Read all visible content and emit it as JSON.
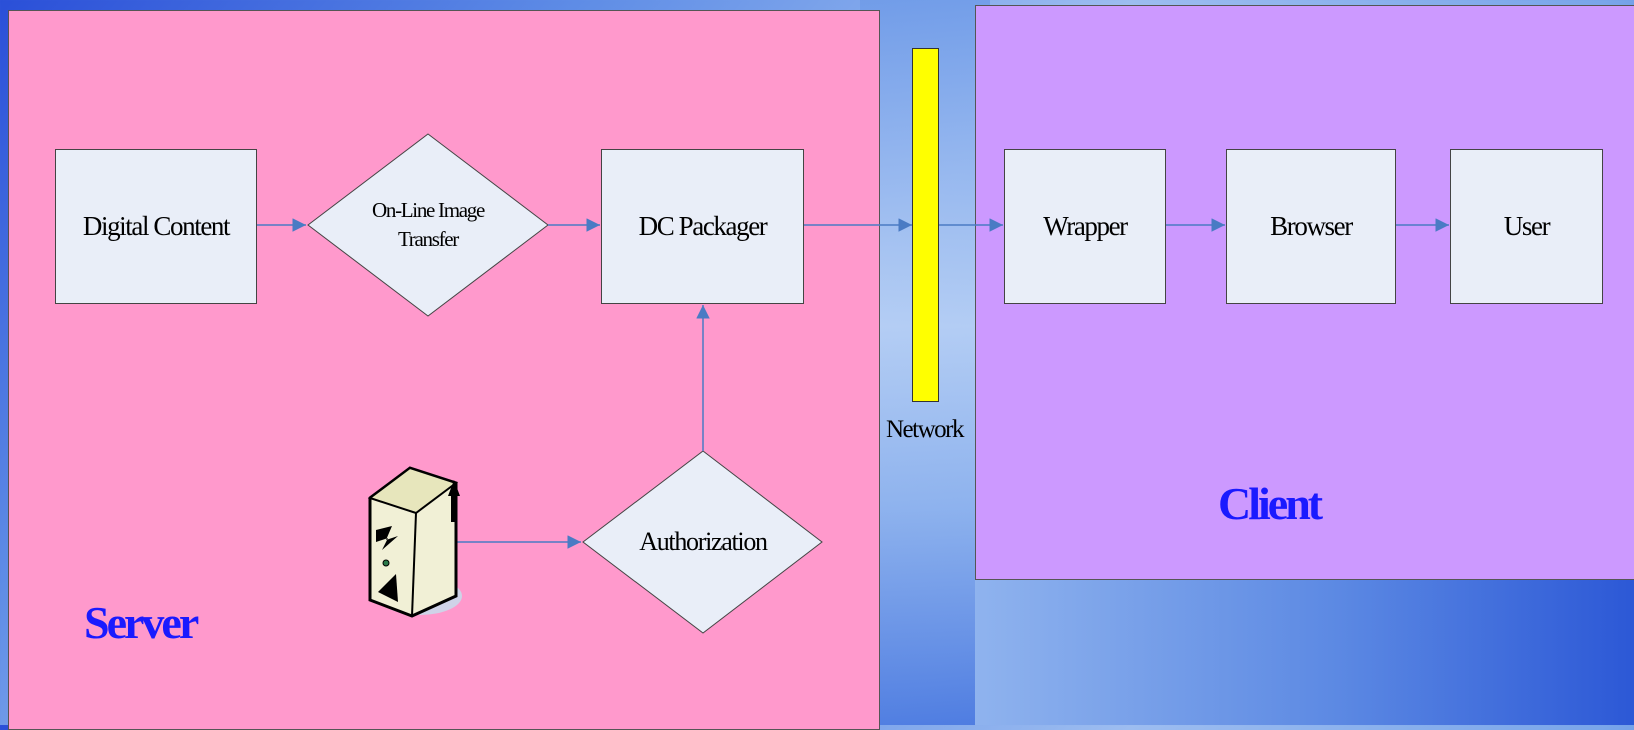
{
  "nodes": {
    "digital_content": "Digital Content",
    "online_image_transfer": "On-Line Image Transfer",
    "dc_packager": "DC Packager",
    "authorization": "Authorization",
    "wrapper": "Wrapper",
    "browser": "Browser",
    "user": "User",
    "server_icon": "server-icon"
  },
  "labels": {
    "network": "Network",
    "server": "Server",
    "client": "Client"
  },
  "colors": {
    "server_panel": "#ff99cc",
    "client_panel": "#cc99ff",
    "network_bar": "#ffff00",
    "node_fill": "#e9eef8",
    "arrow": "#4a7bc4",
    "region_label": "#1a1aff"
  }
}
